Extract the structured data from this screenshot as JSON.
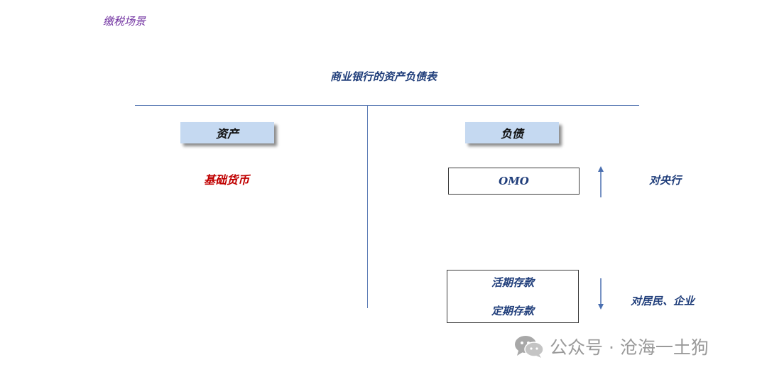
{
  "scene_title": "缴税场景",
  "sheet_title": "商业银行的资产负债表",
  "assets": {
    "header": "资产",
    "item": "基础货币"
  },
  "liabilities": {
    "header": "负债",
    "omo_label": "OMO",
    "deposits": [
      "活期存款",
      "定期存款"
    ],
    "central_bank_label": "对央行",
    "residents_label": "对居民、企业"
  },
  "watermark": {
    "icon": "wechat-icon",
    "text": "公众号 · 沧海一土狗"
  },
  "colors": {
    "title_blue": "#1f3d7a",
    "scene_purple": "#7030a0",
    "asset_red": "#c00000",
    "header_fill": "#c5d9f1",
    "arrow_blue": "#4a6fb0"
  }
}
